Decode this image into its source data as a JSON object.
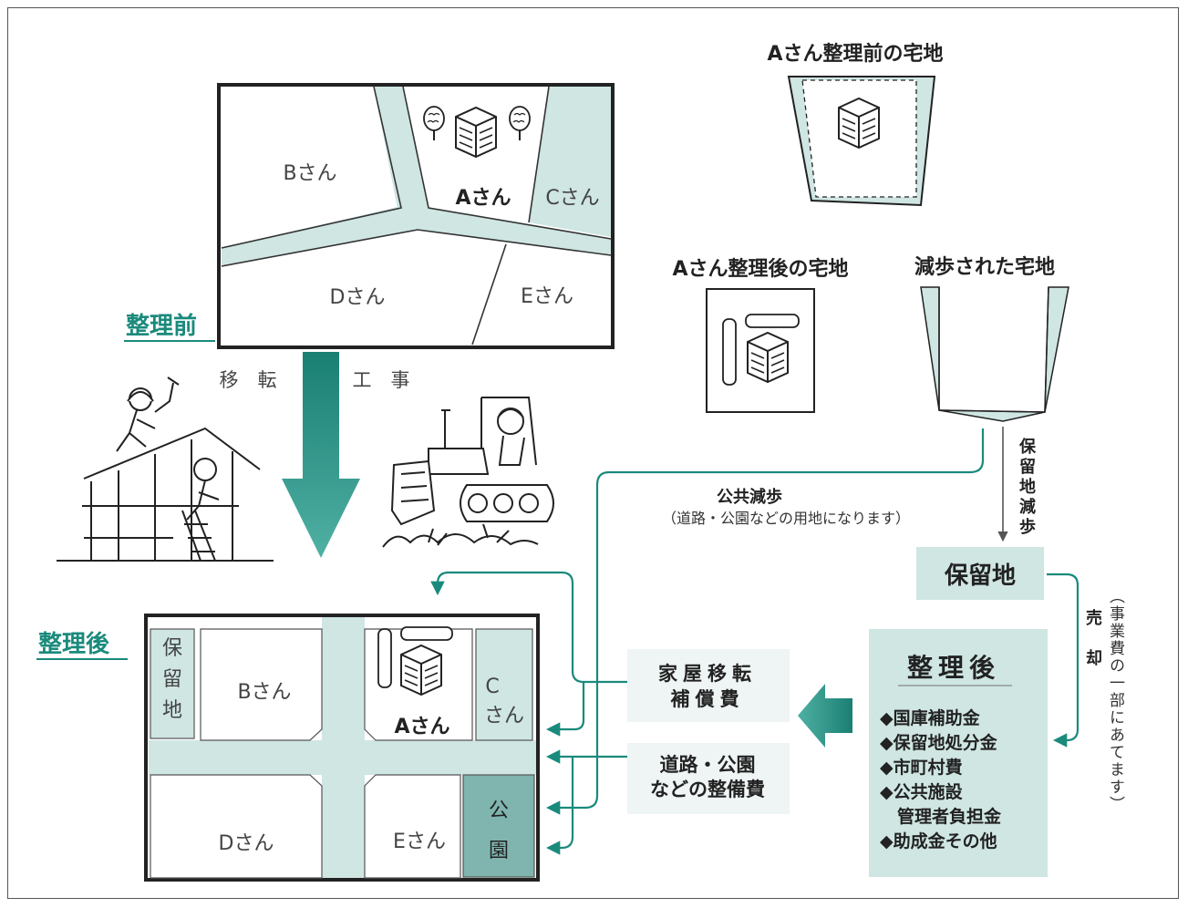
{
  "colors": {
    "teal_dark": "#1a8a7c",
    "teal_light": "#cfe6e3",
    "teal_mid": "#a9d3ce",
    "teal_deep": "#7fb5ae",
    "line": "#222222",
    "text": "#222222"
  },
  "before": {
    "label": "整理前",
    "lots": {
      "b": "Bさん",
      "a": "Aさん",
      "c": "Cさん",
      "d": "Dさん",
      "e": "Eさん"
    }
  },
  "after": {
    "label": "整理後",
    "reserve_lot_vertical": [
      "保",
      "留",
      "地"
    ],
    "lots": {
      "b": "Bさん",
      "a": "Aさん",
      "c_vertical": [
        "C",
        "さん"
      ],
      "d": "Dさん",
      "e": "Eさん"
    },
    "park_vertical": [
      "公",
      "園"
    ]
  },
  "arrow_labels": {
    "relocation": "移　転",
    "construction": "工　事"
  },
  "a_before_title": "Aさん整理前の宅地",
  "a_after_title": "Aさん整理後の宅地",
  "reduced_title": "減歩された宅地",
  "reserve_reduction_vertical": [
    "保",
    "留",
    "地",
    "減",
    "歩"
  ],
  "public_reduction": {
    "title": "公共減歩",
    "note": "（道路・公園などの用地になります）"
  },
  "reserve_land_box": "保留地",
  "sale_vertical": [
    "売",
    "却"
  ],
  "sale_note_vertical": "（事業費の一部にあてます）",
  "compensation": {
    "line1": "家屋移転",
    "line2": "補償費"
  },
  "maintenance": {
    "line1": "道路・公園",
    "line2": "などの整備費"
  },
  "funding": {
    "title": "整理後",
    "items": [
      "◆国庫補助金",
      "◆保留地処分金",
      "◆市町村費",
      "◆公共施設",
      "　管理者負担金",
      "◆助成金その他"
    ]
  },
  "icons": [
    "house-icon",
    "tree-icon",
    "carpenter-house-illustration",
    "bulldozer-illustration",
    "down-arrow-icon",
    "left-arrow-icon"
  ]
}
